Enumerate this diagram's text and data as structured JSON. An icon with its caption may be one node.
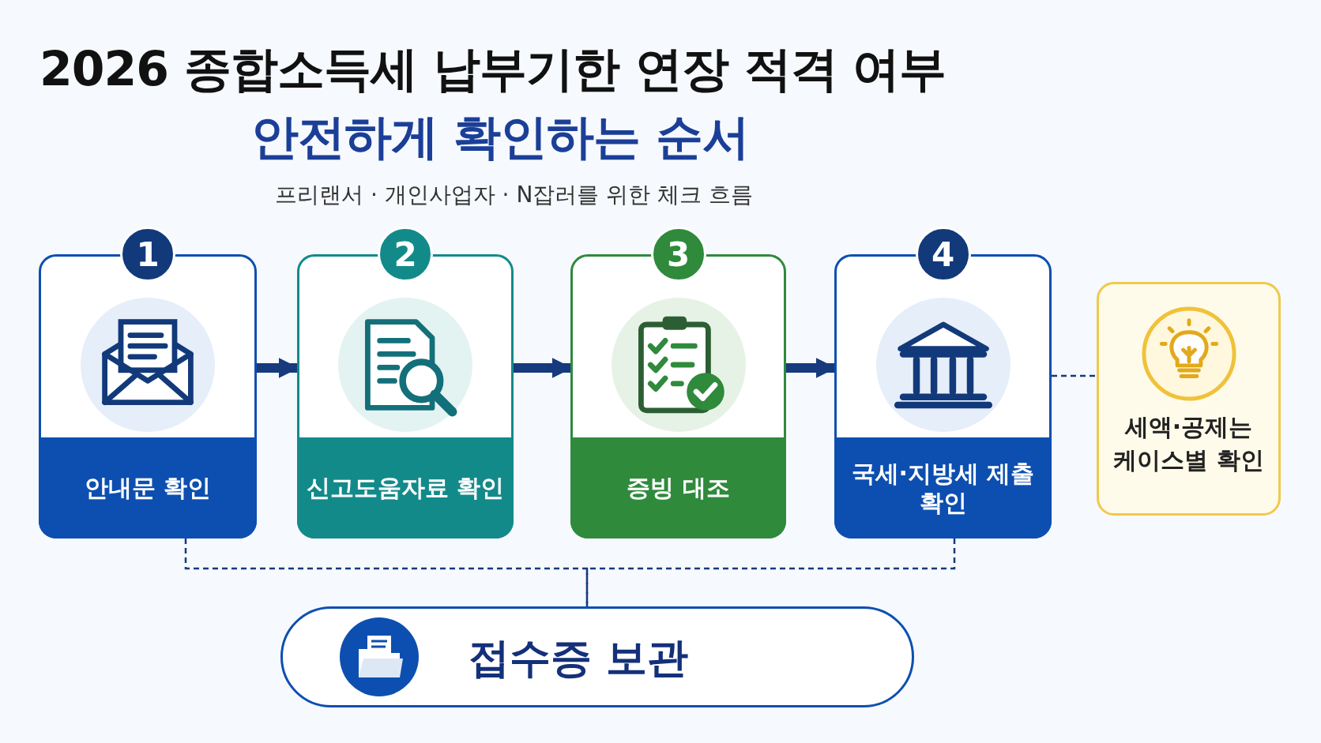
{
  "diagram": {
    "title": "2026 종합소득세 납부기한 연장 적격 여부",
    "nodes": [
      {
        "text": [
          "1",
          "안내문 확인"
        ]
      },
      {
        "text": [
          "2",
          "신고도움자료 확인"
        ]
      },
      {
        "text": [
          "3",
          "증빙 대조"
        ]
      },
      {
        "text": [
          "4",
          "국세·지방세 제출 확인"
        ]
      },
      {
        "text": [
          "세액·공제는 케이스별 확인"
        ]
      },
      {
        "text": [
          "접수증 보관"
        ]
      }
    ],
    "edges": [
      {
        "from": 0,
        "to": 1,
        "arrow": "to",
        "style": "thick"
      },
      {
        "from": 1,
        "to": 2,
        "arrow": "to",
        "style": "thick"
      },
      {
        "from": 2,
        "to": 3,
        "arrow": "to",
        "style": "thick"
      },
      {
        "from": 3,
        "to": 4,
        "arrow": "none",
        "style": "dashed"
      },
      {
        "from": 0,
        "to": 5,
        "arrow": "none",
        "style": "dashed"
      },
      {
        "from": 3,
        "to": 5,
        "arrow": "none",
        "style": "dashed"
      }
    ],
    "labels": [
      "안전하게 확인하는 순서",
      "프리랜서 · 개인사업자 · N잡러를 위한 체크 흐름"
    ]
  }
}
